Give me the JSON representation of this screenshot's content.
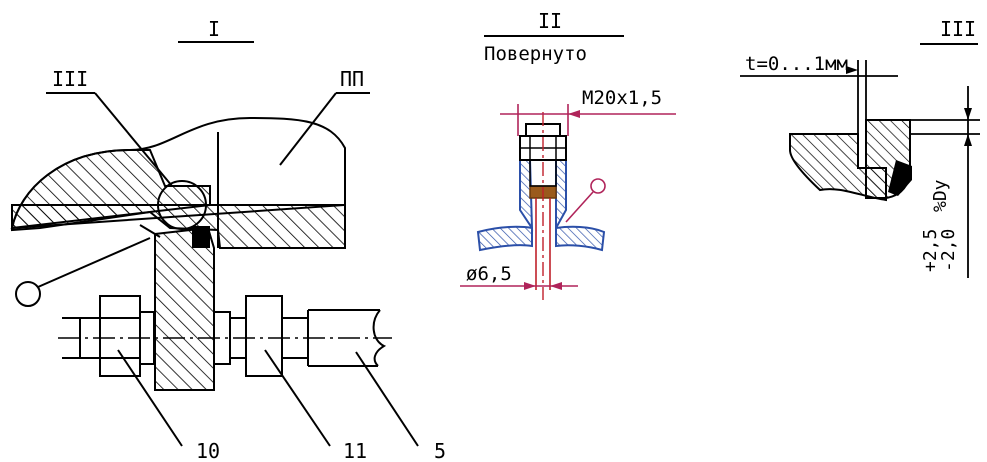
{
  "views": {
    "view1": {
      "title": "I"
    },
    "view2": {
      "title": "II",
      "subtitle": "Повернуто"
    },
    "view3": {
      "title": "III"
    }
  },
  "callouts": {
    "detail_ref": "III",
    "pp": "ПП",
    "item_10": "10",
    "item_11": "11",
    "item_5": "5"
  },
  "dimensions": {
    "thread": "M20x1,5",
    "bore": "ø6,5",
    "gap": "t=0...1мм",
    "offset_upper": "+2,5",
    "offset_lower": "-2,0",
    "offset_unit": "%Dy"
  },
  "colors": {
    "line": "#000000",
    "hatch": "#000000",
    "blue_hatch": "#2b4fa8",
    "leader_red": "#b0245a",
    "centerline_red": "#c0202a",
    "brown_part": "#9a5a1c",
    "seal_black": "#000000"
  }
}
